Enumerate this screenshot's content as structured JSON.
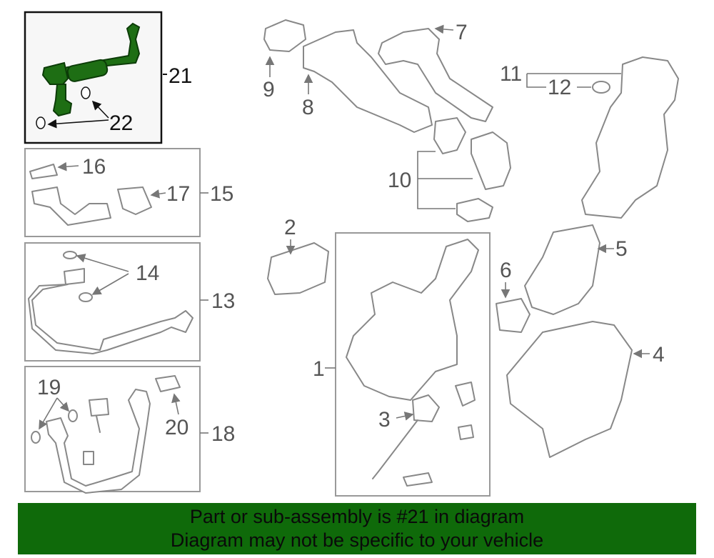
{
  "diagram": {
    "callouts": {
      "c1": "1",
      "c2": "2",
      "c3": "3",
      "c4": "4",
      "c5": "5",
      "c6": "6",
      "c7": "7",
      "c8": "8",
      "c9": "9",
      "c10": "10",
      "c11": "11",
      "c12": "12",
      "c13": "13",
      "c14": "14",
      "c15": "15",
      "c16": "16",
      "c17": "17",
      "c18": "18",
      "c19": "19",
      "c20": "20",
      "c21": "21",
      "c22": "22"
    },
    "highlight_color": "#1e6e14"
  },
  "banner": {
    "line1": "Part or sub-assembly is #21 in diagram",
    "line2": "Diagram may not be specific to your vehicle",
    "color": "#0f6a0a"
  }
}
